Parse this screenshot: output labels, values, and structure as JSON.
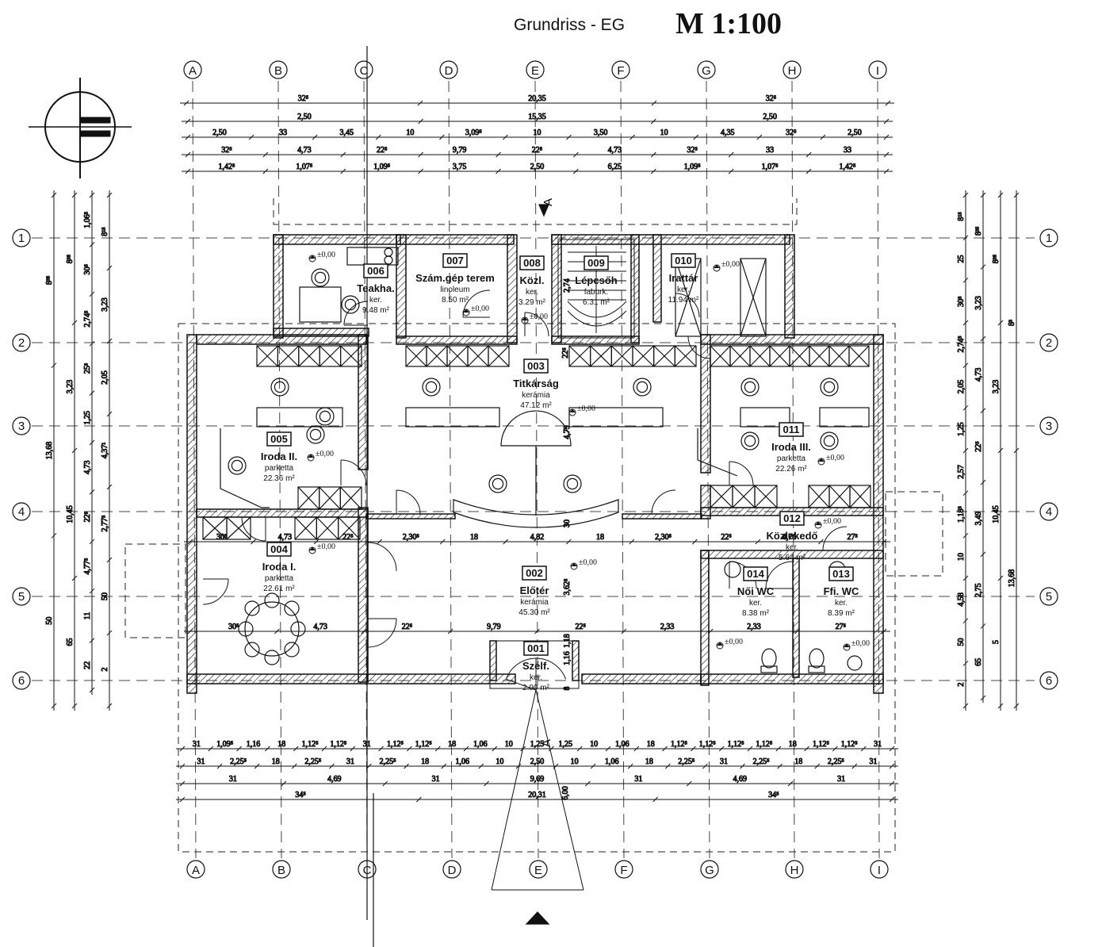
{
  "header": {
    "title": "Grundriss - EG",
    "scale": "M 1:100"
  },
  "axes": {
    "columns": [
      "A",
      "B",
      "C",
      "D",
      "E",
      "F",
      "G",
      "H",
      "I"
    ],
    "rows": [
      "1",
      "2",
      "3",
      "4",
      "5",
      "6"
    ]
  },
  "section_marker": "A",
  "level_mark": "±0,00",
  "rooms": [
    {
      "no": "006",
      "name": "Teakha.",
      "floor": "ker.",
      "area": "9.48 m²"
    },
    {
      "no": "007",
      "name": "Szám.gép terem",
      "floor": "linoleum",
      "area": "8.50 m²"
    },
    {
      "no": "008",
      "name": "Közl.",
      "floor": "ker.",
      "area": "3.29 m²"
    },
    {
      "no": "009",
      "name": "Lépcsőh",
      "floor": "faburk.",
      "area": "6.31 m²"
    },
    {
      "no": "010",
      "name": "Irattár",
      "floor": "ker.",
      "area": "11.94 m²"
    },
    {
      "no": "003",
      "name": "Titkárság",
      "floor": "kerámia",
      "area": "47.12 m²"
    },
    {
      "no": "005",
      "name": "Iroda II.",
      "floor": "parketta",
      "area": "22.36 m²"
    },
    {
      "no": "011",
      "name": "Iroda III.",
      "floor": "parketta",
      "area": "22.26 m²"
    },
    {
      "no": "012",
      "name": "Közlekedő",
      "floor": "ker.",
      "area": "5.64 m²"
    },
    {
      "no": "004",
      "name": "Iroda I.",
      "floor": "parketta",
      "area": "22.61 m²"
    },
    {
      "no": "002",
      "name": "Előtér",
      "floor": "kerámia",
      "area": "45.30 m²"
    },
    {
      "no": "014",
      "name": "Női WC",
      "floor": "ker.",
      "area": "8.38 m²"
    },
    {
      "no": "013",
      "name": "Ffi. WC",
      "floor": "ker.",
      "area": "8.39 m²"
    },
    {
      "no": "001",
      "name": "Szélf.",
      "floor": "ker.",
      "area": "2.90 m²"
    }
  ],
  "dims": {
    "top": {
      "r1": [
        "32⁵",
        "20,35",
        "32⁵"
      ],
      "r2": [
        "2,50",
        "15,35",
        "2,50"
      ],
      "r3": [
        "2,50",
        "33",
        "3,45",
        "10",
        "3,09⁵",
        "10",
        "3,50",
        "10",
        "4,35",
        "32⁵",
        "2,50"
      ],
      "r4": [
        "32⁵",
        "4,73",
        "22⁵",
        "9,79",
        "22⁵",
        "4,73",
        "32⁵",
        "33",
        "33"
      ],
      "r5": [
        "1,42⁵",
        "1,07⁵",
        "1,09⁵",
        "3,75",
        "2,50",
        "6,25",
        "1,09⁵",
        "1,07⁵",
        "1,42⁵"
      ]
    },
    "bottom": {
      "r1": [
        "31",
        "1,09⁵",
        "1,16",
        "18",
        "1,12⁵",
        "1,12⁵",
        "31",
        "1,12⁵",
        "1,12⁵",
        "18",
        "1,06",
        "10",
        "1,25",
        "1,25",
        "10",
        "1,06",
        "18",
        "1,12⁵",
        "1,12⁵",
        "1,12⁵",
        "1,12⁵",
        "18",
        "1,12⁵",
        "1,12⁵",
        "31"
      ],
      "r2": [
        "31",
        "2,25⁵",
        "18",
        "2,25⁵",
        "31",
        "2,25⁵",
        "18",
        "1,06",
        "10",
        "2,50",
        "10",
        "1,06",
        "18",
        "2,25⁵",
        "31",
        "2,25⁵",
        "18",
        "2,25⁵",
        "31"
      ],
      "r3": [
        "31",
        "4,69",
        "31",
        "9,69",
        "31",
        "4,69",
        "31"
      ],
      "r4": [
        "34⁵",
        "20,31",
        "34⁵"
      ],
      "ramp": "6,00"
    },
    "left": {
      "a": [
        "8³⁵",
        "13,68",
        "50"
      ],
      "b": [
        "8³⁵",
        "3,23",
        "10,45",
        "65"
      ],
      "c": [
        "1,06⁵",
        "30⁵",
        "2,74⁵",
        "25⁵",
        "1,25",
        "4,73",
        "22⁵",
        "4,77⁵",
        "11",
        "22"
      ],
      "d": [
        "8¹⁵",
        "3,23",
        "2,05",
        "4,37¹",
        "2,77⁵",
        "50",
        "2"
      ]
    },
    "right": {
      "a": [
        "8¹⁵",
        "25",
        "30⁵",
        "2,74⁵",
        "2,05",
        "1,25",
        "2,57",
        "1,18⁵",
        "10",
        "4,58",
        "50",
        "2"
      ],
      "b": [
        "8³⁵",
        "3,23",
        "4,73",
        "22⁵",
        "3,49",
        "2,75",
        "65"
      ],
      "c": [
        "8³⁵",
        "3,23",
        "10,45",
        "5"
      ],
      "d": [
        "8³",
        "13,68"
      ]
    },
    "interior": {
      "row4": [
        "30⁵",
        "4,73",
        "22⁵",
        "2,30⁵",
        "18",
        "4,82",
        "18",
        "2,30⁵",
        "22⁵",
        "4,76",
        "27⁵"
      ],
      "row5": [
        "30⁵",
        "4,73",
        "22⁵",
        "9,79",
        "22⁵",
        "2,33",
        "2,33",
        "27⁵"
      ],
      "vert": [
        "2,74",
        "22⁵",
        "4,79",
        "30",
        "3,62⁵",
        "1,18",
        "1,16",
        "8"
      ]
    }
  }
}
